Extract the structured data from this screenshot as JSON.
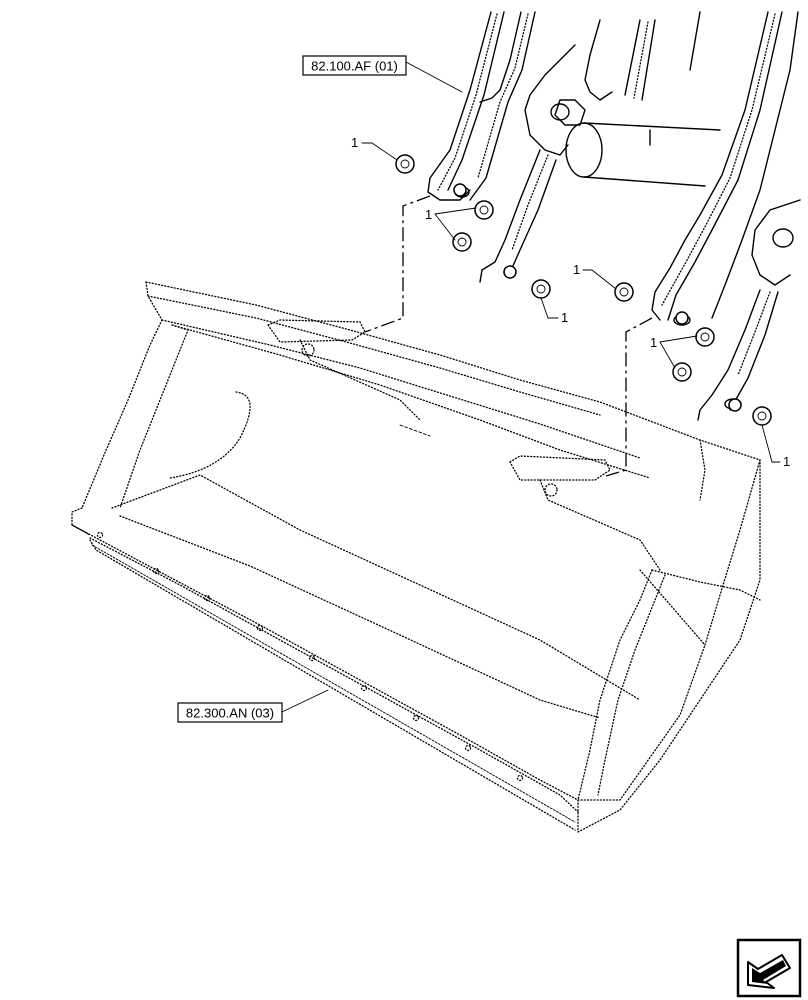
{
  "references": {
    "arm_ref": "82.100.AF (01)",
    "bucket_ref": "82.300.AN (03)"
  },
  "callouts": {
    "c1": "1",
    "c2": "1",
    "c3": "1",
    "c4": "1",
    "c5": "1",
    "c6": "1"
  },
  "nav_icon": "next-page-arrow-icon"
}
